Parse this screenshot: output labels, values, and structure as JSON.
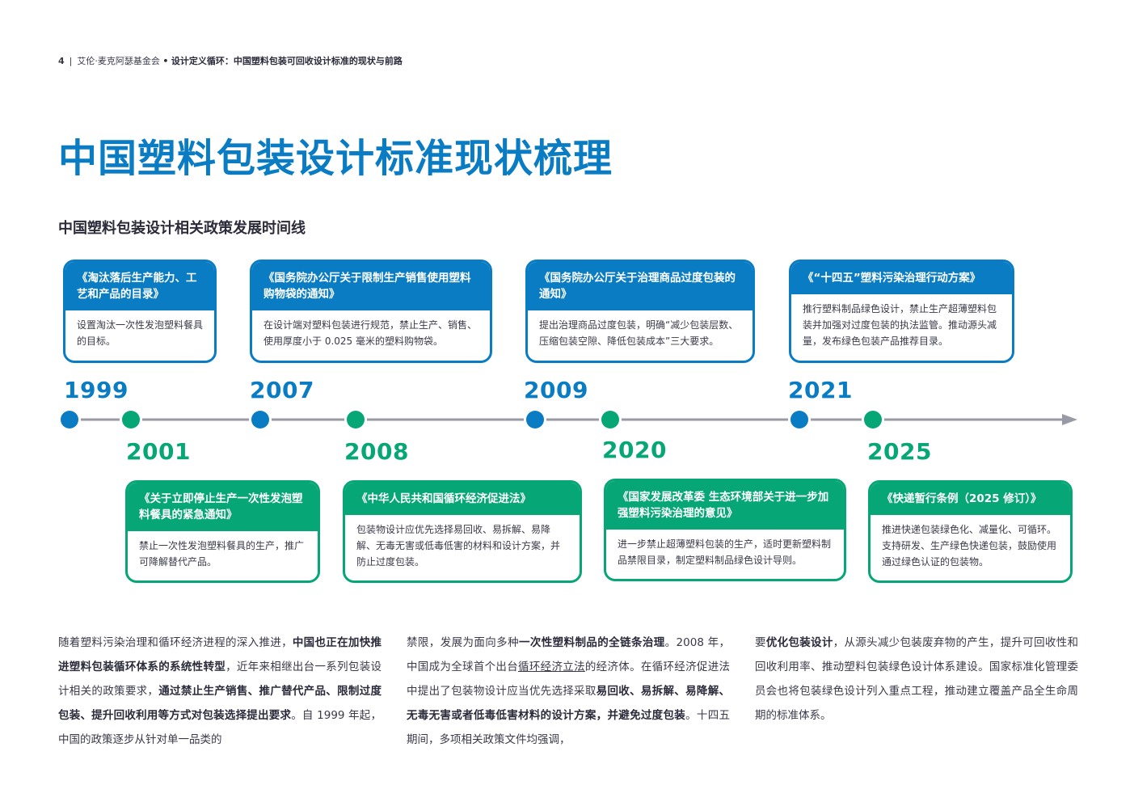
{
  "running_header": {
    "page_number": "4",
    "separator": "|",
    "org": "艾伦·麦克阿瑟基金会",
    "bullet": "•",
    "report_title": "设计定义循环：中国塑料包装可回收设计标准的现状与前路"
  },
  "page_title": "中国塑料包装设计标准现状梳理",
  "section_title": "中国塑料包装设计相关政策发展时间线",
  "colors": {
    "blue": "#0a7cc4",
    "green": "#06a676",
    "axis": "#9a9aa6"
  },
  "timeline": {
    "events": [
      {
        "year": "1999",
        "color": "blue",
        "position": "top",
        "title": "《淘汰落后生产能力、工艺和产品的目录》",
        "body": "设置淘汰一次性发泡塑料餐具的目标。"
      },
      {
        "year": "2001",
        "color": "green",
        "position": "bottom",
        "title": "《关于立即停止生产一次性发泡塑料餐具的紧急通知》",
        "body": "禁止一次性发泡塑料餐具的生产，推广可降解替代产品。"
      },
      {
        "year": "2007",
        "color": "blue",
        "position": "top",
        "title": "《国务院办公厅关于限制生产销售使用塑料购物袋的通知》",
        "body": "在设计端对塑料包装进行规范，禁止生产、销售、使用厚度小于 0.025 毫米的塑料购物袋。"
      },
      {
        "year": "2008",
        "color": "green",
        "position": "bottom",
        "title": "《中华人民共和国循环经济促进法》",
        "body": "包装物设计应优先选择易回收、易拆解、易降解、无毒无害或低毒低害的材料和设计方案，并防止过度包装。"
      },
      {
        "year": "2009",
        "color": "blue",
        "position": "top",
        "title": "《国务院办公厅关于治理商品过度包装的通知》",
        "body": "提出治理商品过度包装，明确“减少包装层数、压缩包装空隙、降低包装成本”三大要求。"
      },
      {
        "year": "2020",
        "color": "green",
        "position": "bottom",
        "title": "《国家发展改革委 生态环境部关于进一步加强塑料污染治理的意见》",
        "body": "进一步禁止超薄塑料包装的生产，适时更新塑料制品禁限目录，制定塑料制品绿色设计导则。"
      },
      {
        "year": "2021",
        "color": "blue",
        "position": "top",
        "title": "《“十四五”塑料污染治理行动方案》",
        "body": "推行塑料制品绿色设计，禁止生产超薄塑料包装并加强对过度包装的执法监管。推动源头减量，发布绿色包装产品推荐目录。"
      },
      {
        "year": "2025",
        "color": "green",
        "position": "bottom",
        "title": "《快递暂行条例（2025 修订）》",
        "body": "推进快递包装绿色化、减量化、可循环。支持研发、生产绿色快递包装，鼓励使用通过绿色认证的包装物。"
      }
    ]
  },
  "body_columns": [
    [
      {
        "t": "随着塑料污染治理和循环经济进程的深入推进，",
        "s": "normal"
      },
      {
        "t": "中国也正在加快推进塑料包装循环体系的系统性转型",
        "s": "bold"
      },
      {
        "t": "，近年来相继出台一系列包装设计相关的政策要求，",
        "s": "normal"
      },
      {
        "t": "通过禁止生产销售、推广替代产品、限制过度包装、提升回收利用等方式对包装选择提出要求",
        "s": "bold"
      },
      {
        "t": "。自 1999 年起，中国的政策逐步从针对单一品类的",
        "s": "normal"
      }
    ],
    [
      {
        "t": "禁限，发展为面向多种",
        "s": "normal"
      },
      {
        "t": "一次性塑料制品的全链条治理",
        "s": "bold"
      },
      {
        "t": "。2008 年，中国成为全球首个出台",
        "s": "normal"
      },
      {
        "t": "循环经济立法",
        "s": "link"
      },
      {
        "t": "的经济体。在循环经济促进法中提出了包装物设计应当优先选择采取",
        "s": "normal"
      },
      {
        "t": "易回收、易拆解、易降解、无毒无害或者低毒低害材料的设计方案，并避免过度包装",
        "s": "bold"
      },
      {
        "t": "。十四五期间，多项相关政策文件均强调，",
        "s": "normal"
      }
    ],
    [
      {
        "t": "要",
        "s": "normal"
      },
      {
        "t": "优化包装设计",
        "s": "bold"
      },
      {
        "t": "，从源头减少包装废弃物的产生，提升可回收性和回收利用率、推动塑料包装绿色设计体系建设。国家标准化管理委员会也将包装绿色设计列入重点工程，推动建立覆盖产品全生命周期的标准体系。",
        "s": "normal"
      }
    ]
  ]
}
